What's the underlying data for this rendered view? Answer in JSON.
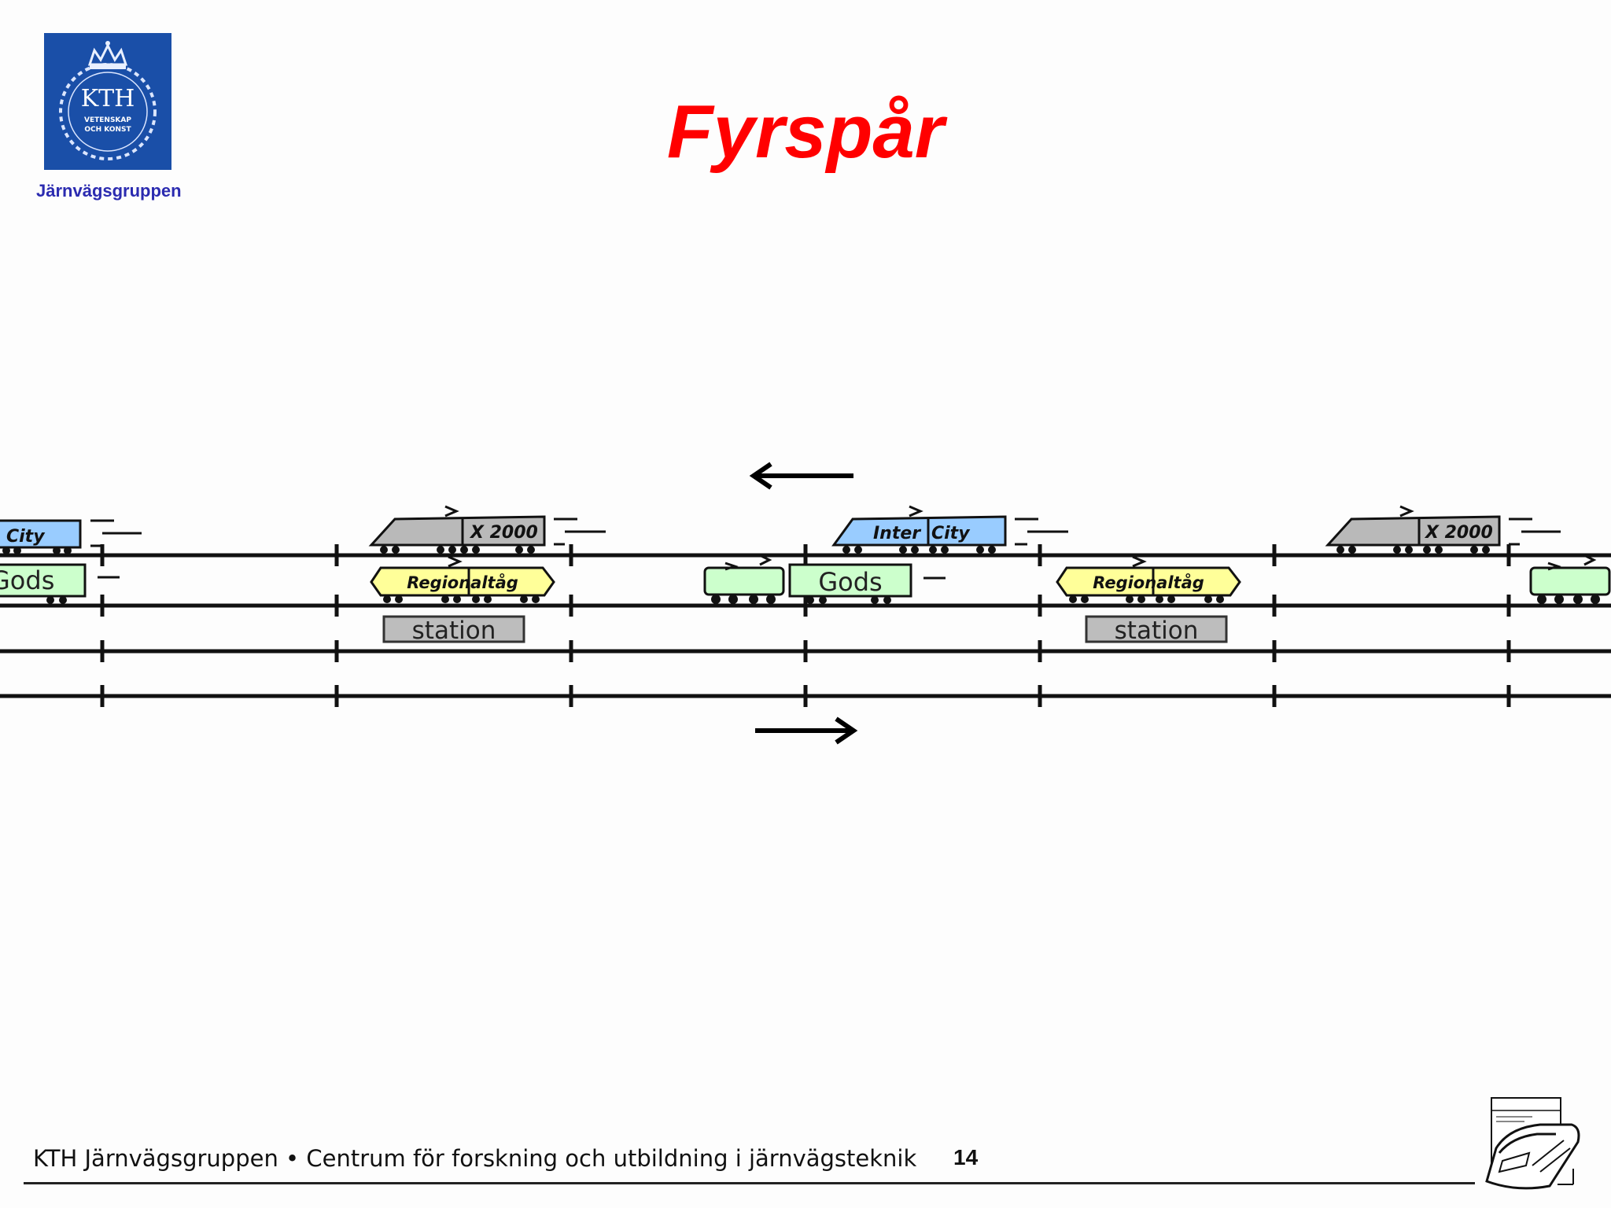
{
  "logo": {
    "emblem_text": "KTH",
    "motto_line1": "VETENSKAP",
    "motto_line2": "OCH KONST",
    "group_name": "Järnvägsgruppen"
  },
  "slide": {
    "title": "Fyrspår"
  },
  "diagram": {
    "track_count": 4,
    "upper_direction": "left",
    "lower_direction": "right",
    "trains": {
      "intercity_left_fragment": "City",
      "gods_left_fragment": "Gods",
      "x2000": "X 2000",
      "regional": "Regionaltåg",
      "intercity_part1": "Inter",
      "intercity_part2": "City",
      "gods": "Gods"
    },
    "stations": [
      "station",
      "station"
    ]
  },
  "footer": {
    "text": "KTH Järnvägsgruppen • Centrum för forskning och utbildning i järnvägsteknik",
    "page_number": "14"
  },
  "colors": {
    "title": "#ff0000",
    "logo_bg": "#1a4fa8",
    "x2000": "#b9b9b9",
    "intercity": "#99ccff",
    "regional": "#ffff99",
    "gods": "#ccffcc",
    "station": "#bdbdbd"
  }
}
